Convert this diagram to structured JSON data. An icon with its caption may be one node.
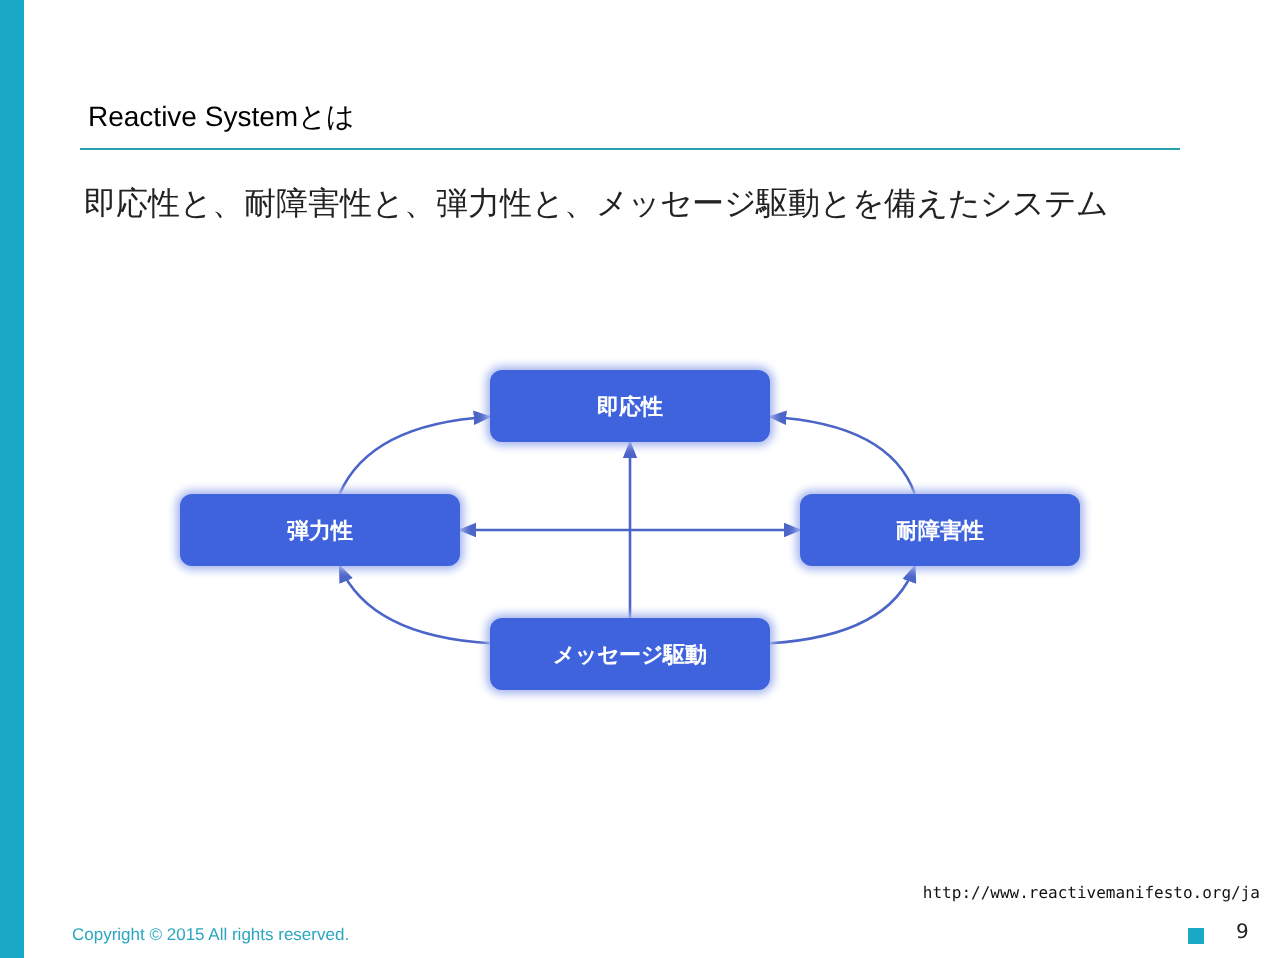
{
  "diagram": {
    "title": "Reactive Systemとは",
    "nodes": [
      {
        "text": [
          "即応性"
        ]
      },
      {
        "text": [
          "弾力性"
        ]
      },
      {
        "text": [
          "耐障害性"
        ]
      },
      {
        "text": [
          "メッセージ駆動"
        ]
      }
    ],
    "edges": [
      {
        "from": 1,
        "to": 0,
        "arrow": "to"
      },
      {
        "from": 2,
        "to": 0,
        "arrow": "to"
      },
      {
        "from": 3,
        "to": 1,
        "arrow": "to"
      },
      {
        "from": 3,
        "to": 2,
        "arrow": "to"
      },
      {
        "from": 3,
        "to": 0,
        "arrow": "to"
      },
      {
        "from": 1,
        "to": 2,
        "arrow": "both"
      }
    ],
    "labels": [
      "即応性と、耐障害性と、弾力性と、メッセージ駆動とを備えたシステム",
      "http://www.reactivemanifesto.org/ja",
      "Copyright © 2015 All rights reserved.",
      "9"
    ]
  }
}
